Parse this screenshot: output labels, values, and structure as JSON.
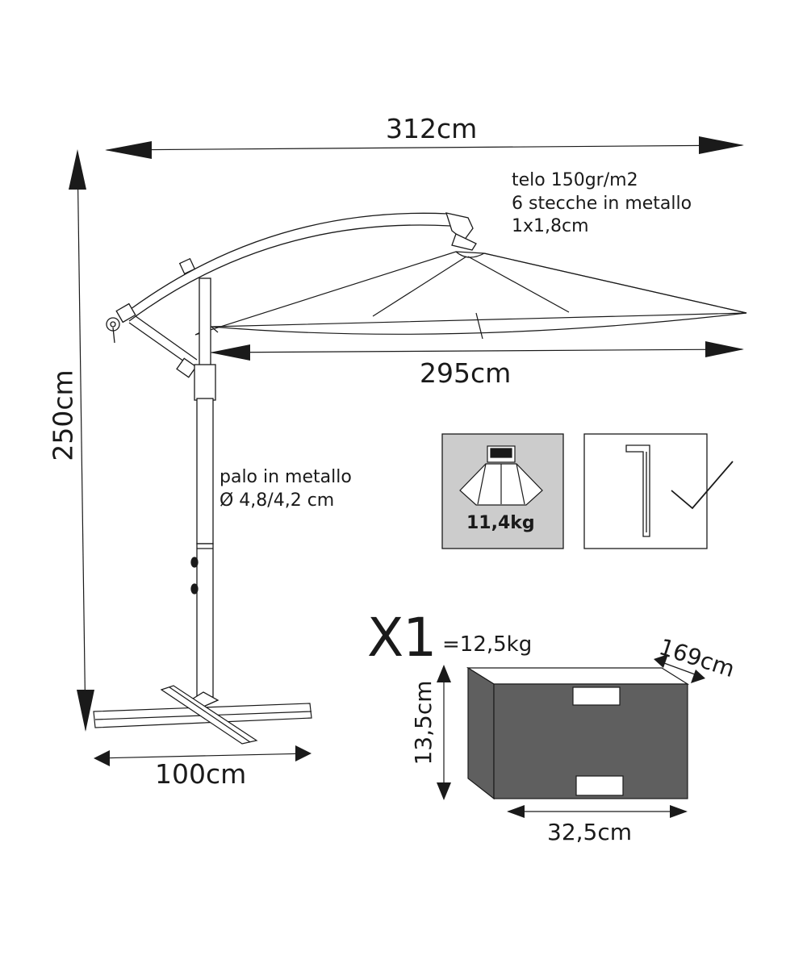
{
  "dimensions": {
    "total_width": "312cm",
    "total_height": "250cm",
    "canopy_diameter": "295cm",
    "base_width": "100cm"
  },
  "canopy_specs": [
    "telo 150gr/m2",
    "6 stecche in metallo",
    "1x1,8cm"
  ],
  "pole_specs": [
    "palo in metallo",
    "Ø 4,8/4,2 cm"
  ],
  "weight_box": {
    "weight": "11,4kg"
  },
  "package": {
    "quantity": "X1",
    "weight": "=12,5kg",
    "length": "169cm",
    "height": "13,5cm",
    "width": "32,5cm"
  },
  "colors": {
    "line": "#1a1a1a",
    "box_fill": "#cccccc",
    "package_dark": "#5f5f5f",
    "package_light": "#8a8a8a"
  },
  "icons": [
    "weight-bag-icon",
    "allen-key-icon",
    "checkmark-icon"
  ]
}
